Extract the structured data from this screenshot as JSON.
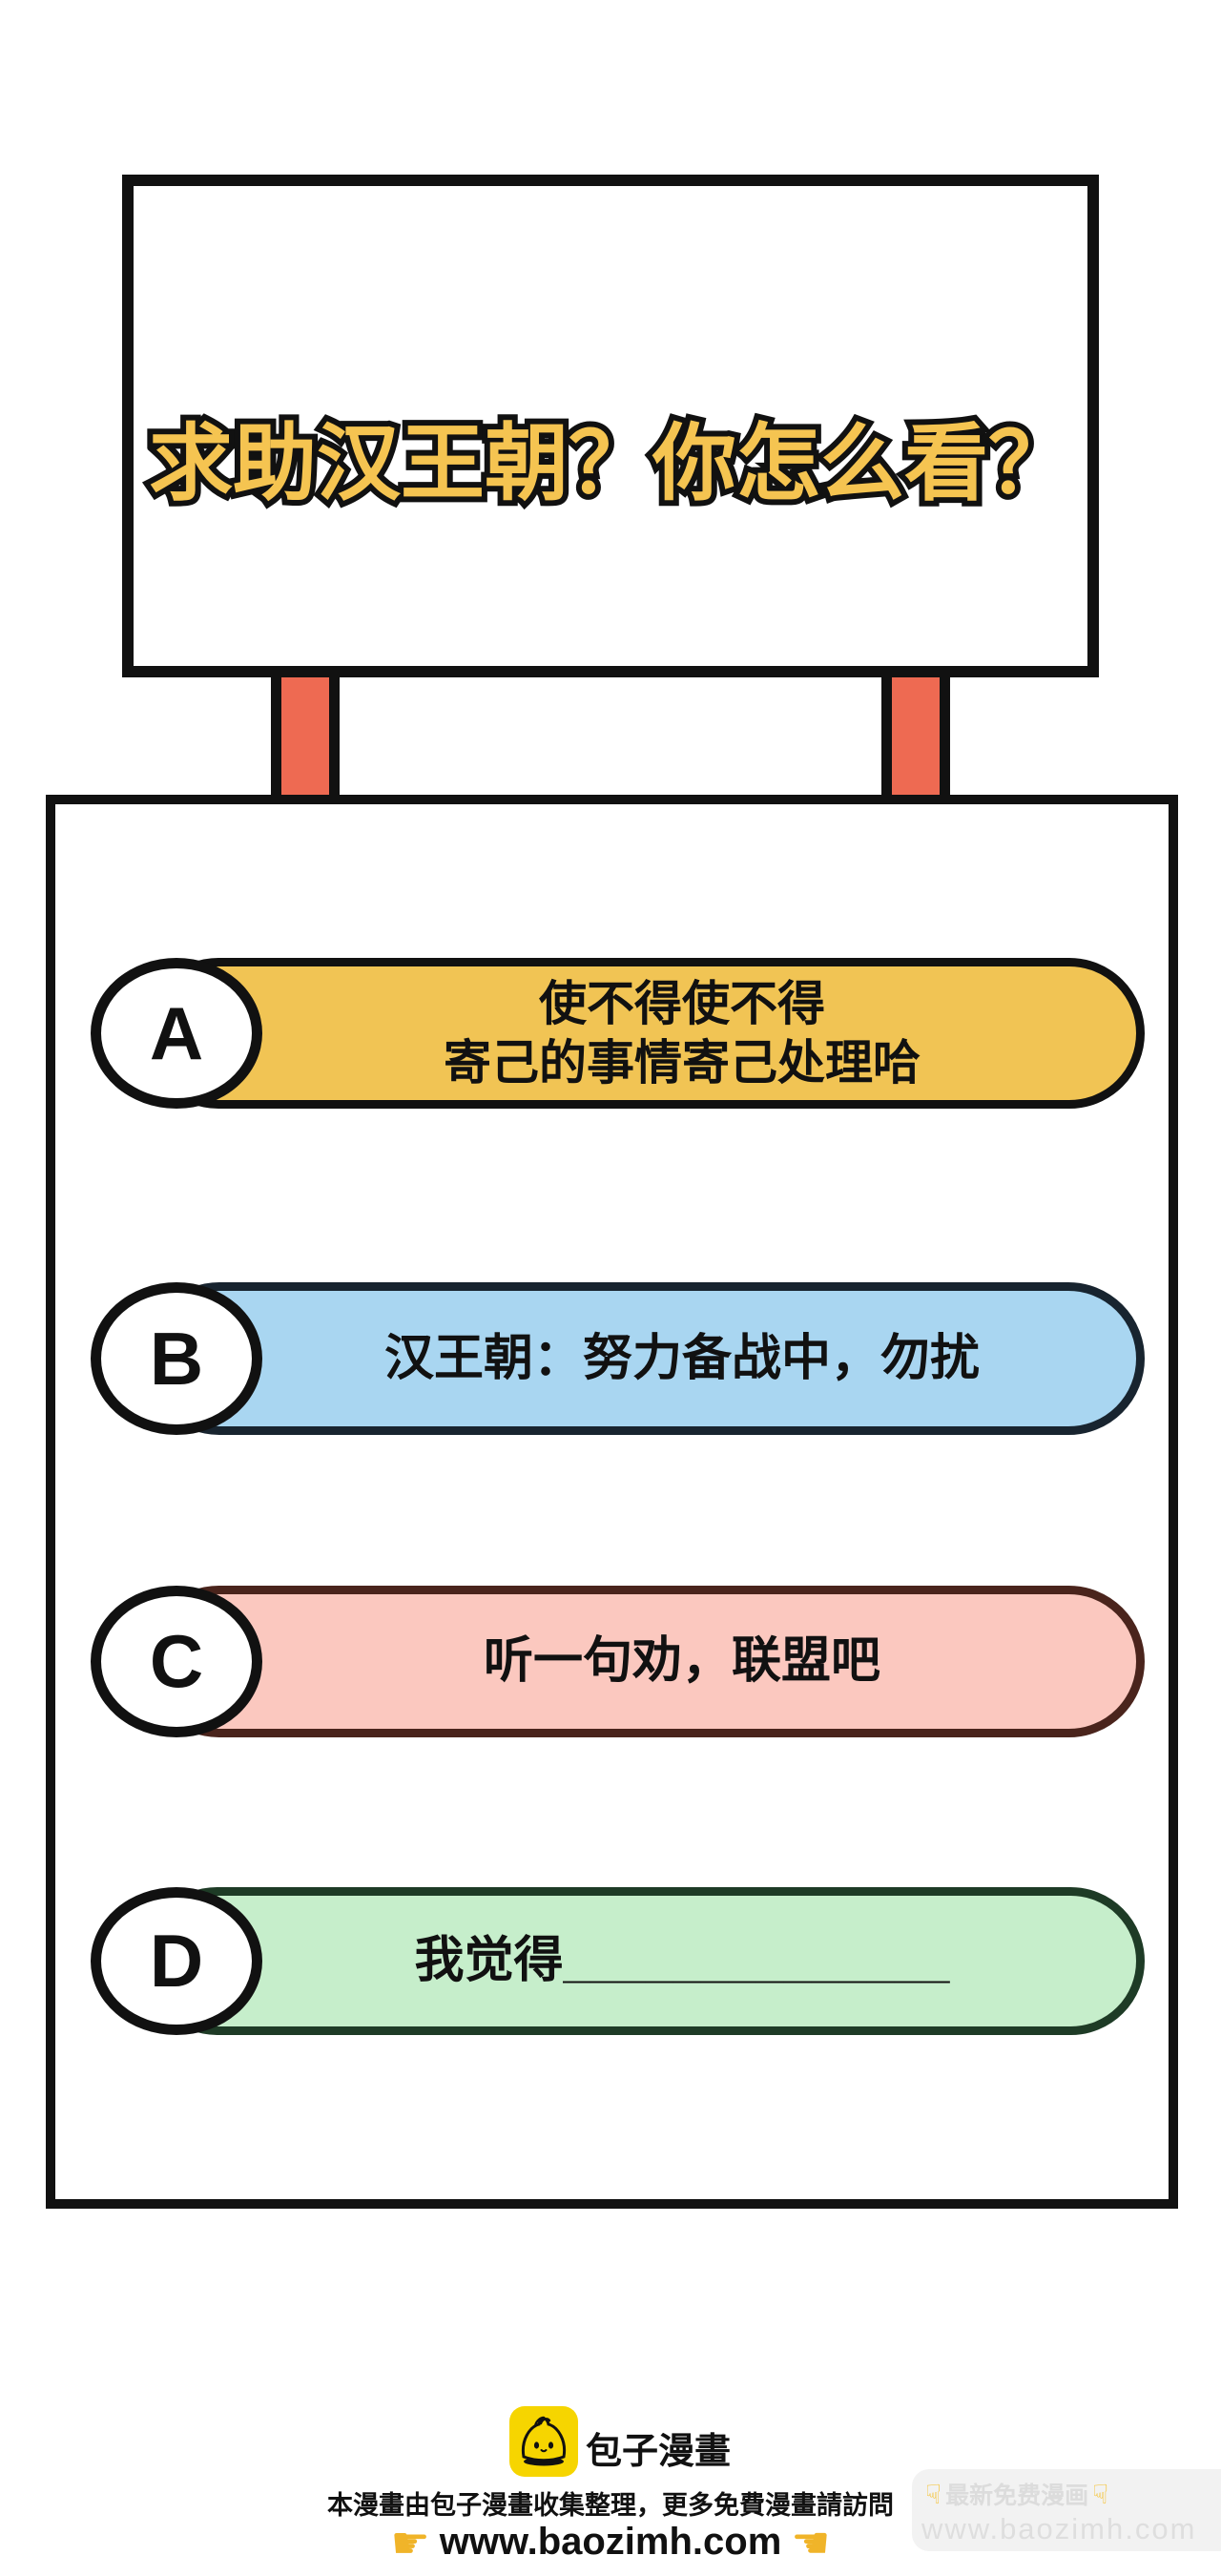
{
  "title_board": {
    "text": "求助汉王朝？你怎么看？",
    "text_color": "#F5C451",
    "outline_color": "#111111"
  },
  "poll": {
    "options": [
      {
        "letter": "A",
        "lines": [
          "使不得使不得",
          "寄己的事情寄己处理哈"
        ],
        "fill": "#F1C454",
        "border": "#111111"
      },
      {
        "letter": "B",
        "lines": [
          "汉王朝：努力备战中，勿扰"
        ],
        "fill": "#A9D6F1",
        "border": "#18242F"
      },
      {
        "letter": "C",
        "lines": [
          "听一句劝，联盟吧"
        ],
        "fill": "#FBC8BF",
        "border": "#4A241C"
      },
      {
        "letter": "D",
        "lines": [
          "我觉得______________"
        ],
        "fill": "#C6EECB",
        "border": "#1E3B26"
      }
    ]
  },
  "sign": {
    "post_color": "#EE6A52",
    "border_color": "#111111"
  },
  "footer": {
    "brand": "包子漫畫",
    "logo_bg": "#F6D500",
    "info": "本漫畫由包子漫畫收集整理，更多免費漫畫請訪問",
    "url": "www.baozimh.com"
  },
  "watermark": {
    "line1": "最新免费漫画",
    "line2": "www.baozimh.com"
  },
  "icons": {
    "point_right": "☛",
    "point_left": "☚",
    "point_down": "☟",
    "bun_logo": "baozi-bun"
  }
}
